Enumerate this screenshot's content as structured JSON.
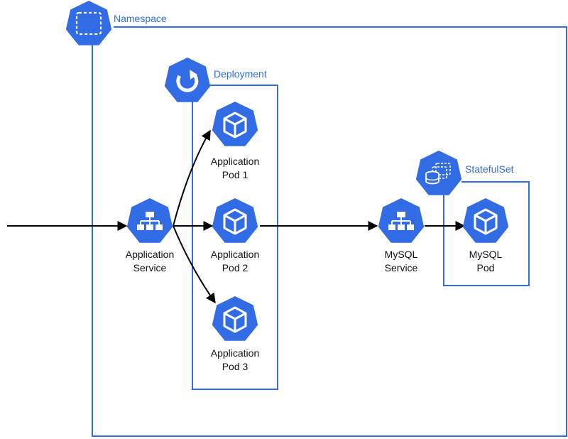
{
  "colors": {
    "kubernetes_blue": "#326ce5",
    "edge": "#000000",
    "text": "#111111"
  },
  "groups": {
    "namespace": {
      "label": "Namespace",
      "icon": "namespace-icon"
    },
    "deployment": {
      "label": "Deployment",
      "icon": "deployment-icon"
    },
    "statefulset": {
      "label": "StatefulSet",
      "icon": "statefulset-icon"
    }
  },
  "nodes": {
    "app_service": {
      "line1": "Application",
      "line2": "Service",
      "icon": "service-icon"
    },
    "pod1": {
      "line1": "Application",
      "line2": "Pod 1",
      "icon": "pod-icon"
    },
    "pod2": {
      "line1": "Application",
      "line2": "Pod 2",
      "icon": "pod-icon"
    },
    "pod3": {
      "line1": "Application",
      "line2": "Pod 3",
      "icon": "pod-icon"
    },
    "mysql_service": {
      "line1": "MySQL",
      "line2": "Service",
      "icon": "service-icon"
    },
    "mysql_pod": {
      "line1": "MySQL",
      "line2": "Pod",
      "icon": "pod-icon"
    }
  },
  "edges": [
    {
      "from": "external",
      "to": "app_service"
    },
    {
      "from": "app_service",
      "to": "pod1"
    },
    {
      "from": "app_service",
      "to": "pod2"
    },
    {
      "from": "app_service",
      "to": "pod3"
    },
    {
      "from": "pod2",
      "to": "mysql_service"
    },
    {
      "from": "mysql_service",
      "to": "mysql_pod"
    }
  ]
}
